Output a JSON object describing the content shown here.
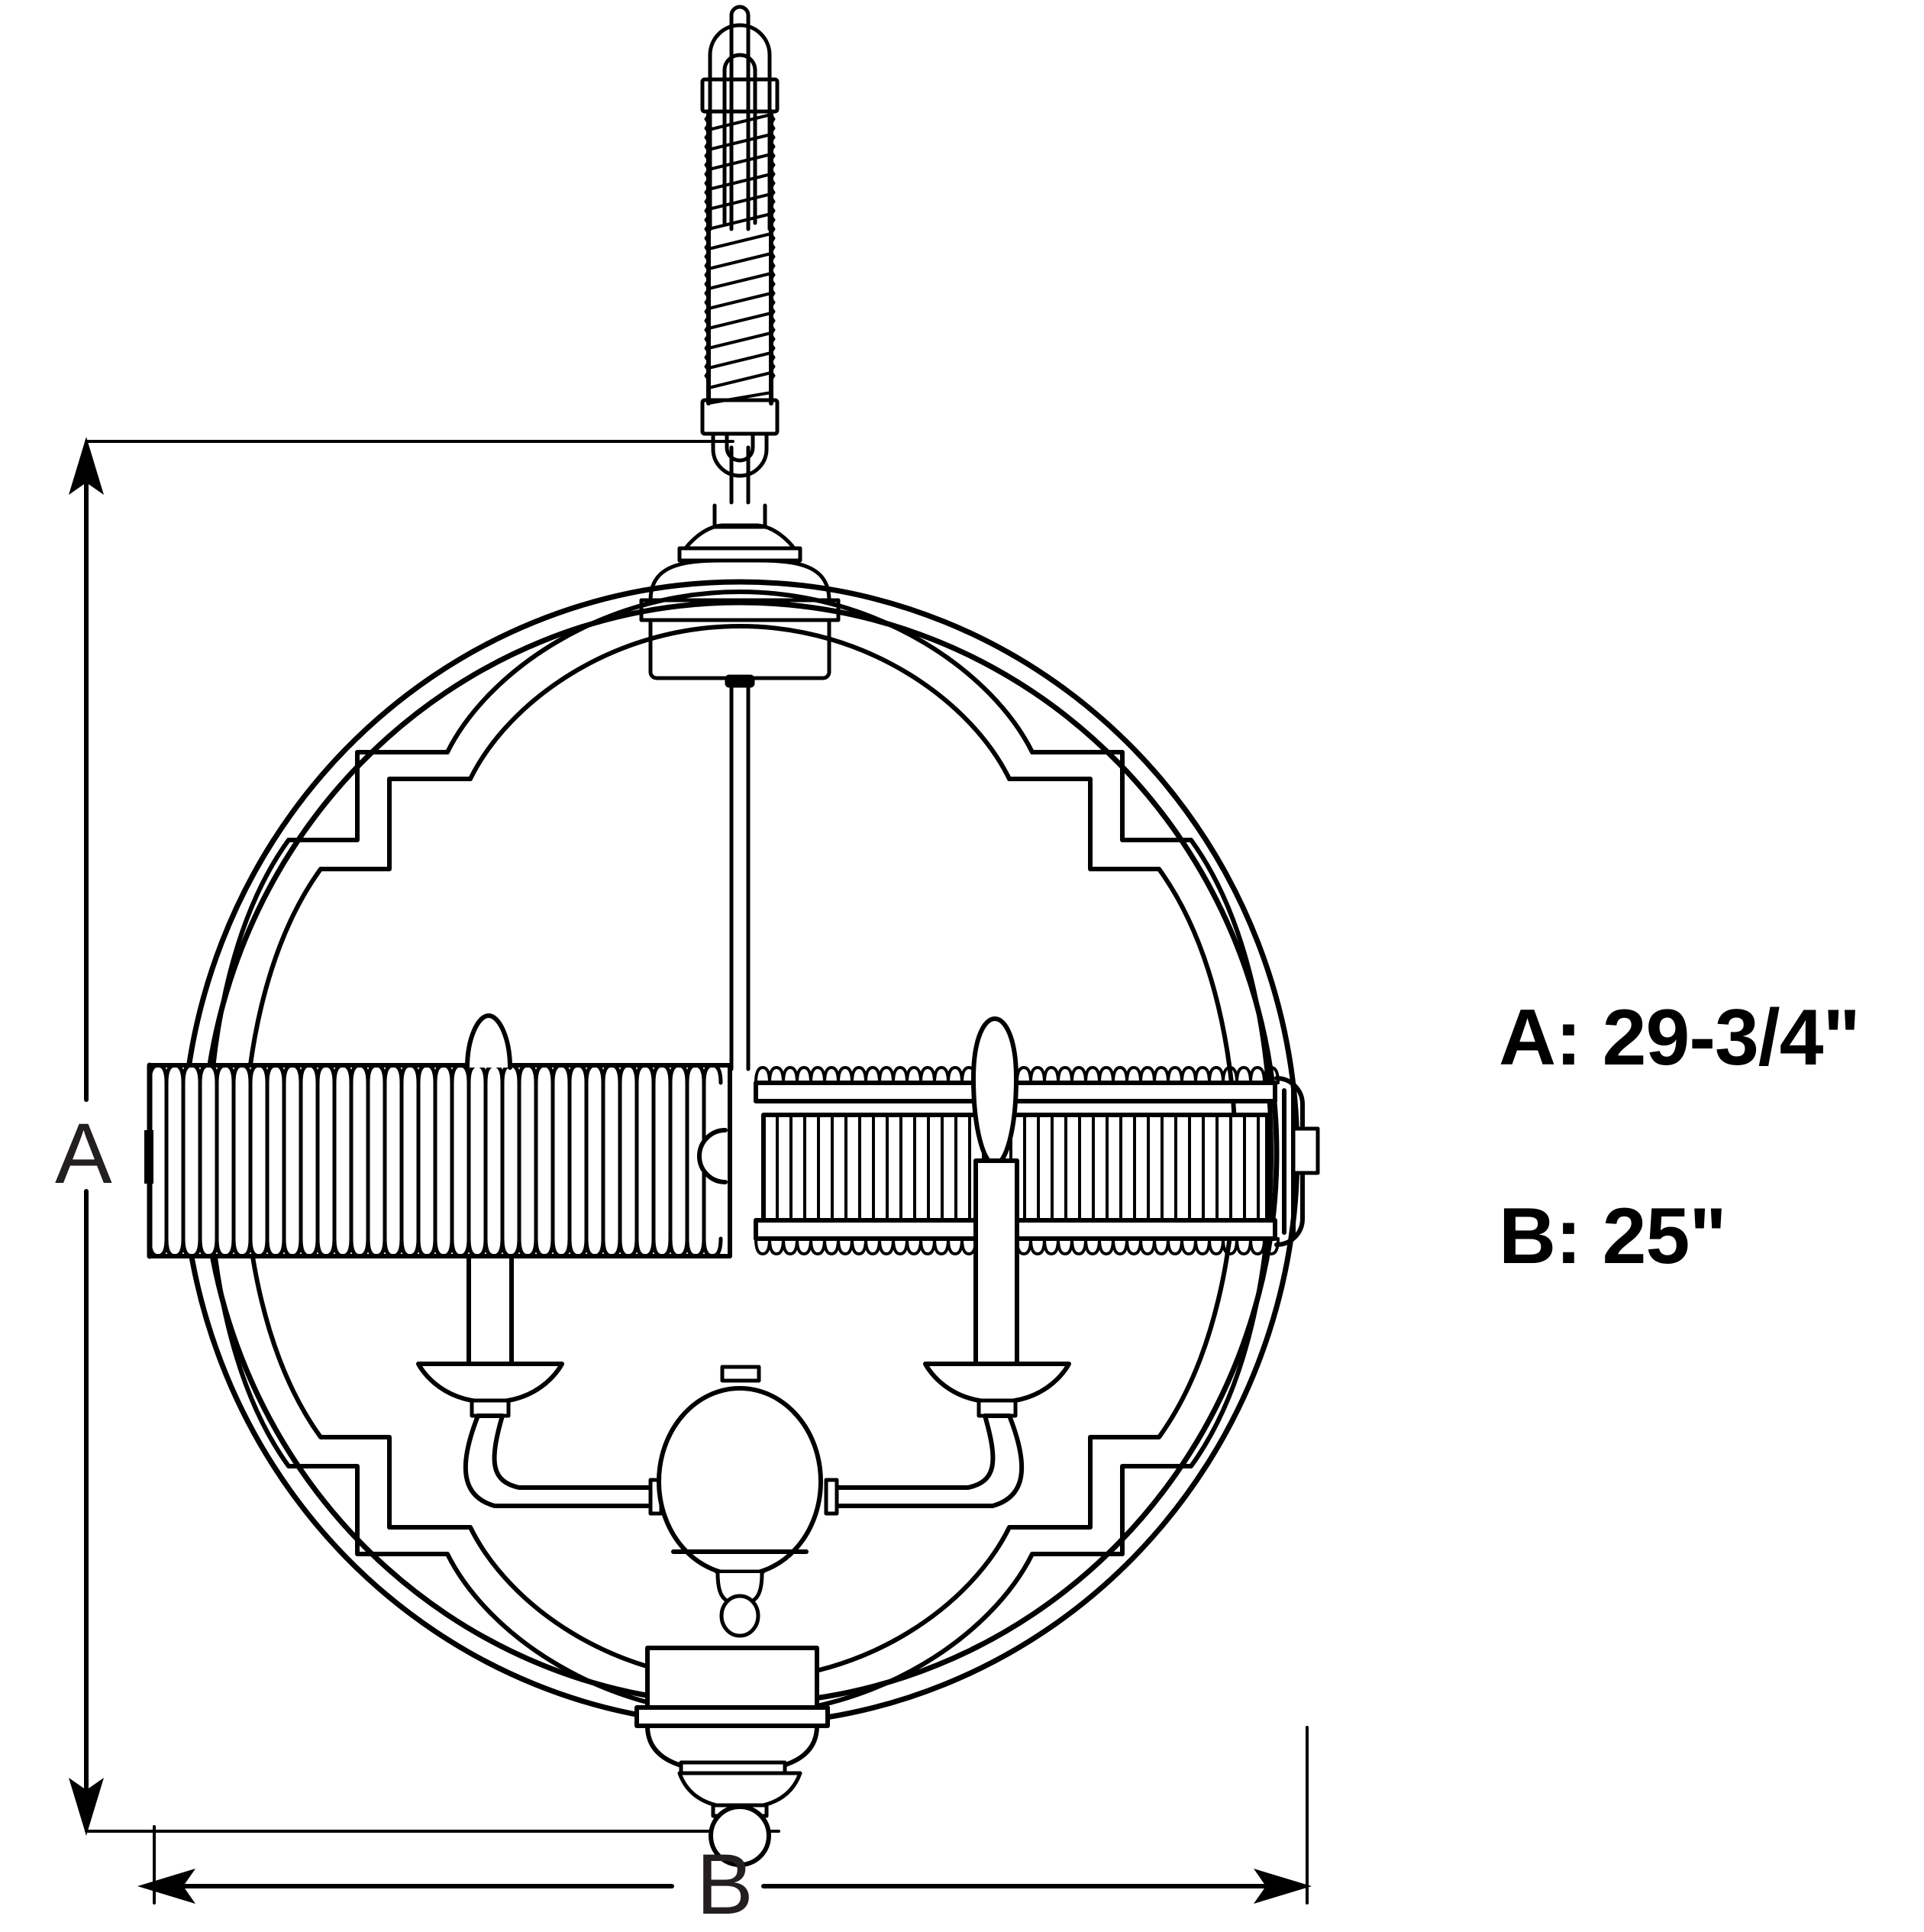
{
  "drawing": {
    "title": "Quatrefoil Pendant Chandelier Dimensional Line Drawing",
    "stroke_color": "#000000",
    "background_color": "#ffffff",
    "text_color": "#231f20"
  },
  "dimensions": {
    "height": {
      "letter": "A",
      "label": "A: 29-3/4\"",
      "value": "29-3/4\"",
      "axis": "vertical"
    },
    "width": {
      "letter": "B",
      "label": "B: 25\"",
      "value": "25\"",
      "axis": "horizontal"
    }
  },
  "fixture": {
    "parts": [
      "top-loop-hook",
      "upper-ferrule",
      "twisted-rope-cord",
      "lower-ferrule",
      "lower-loop",
      "downrod",
      "canopy-dome",
      "canopy-collar",
      "canopy-body",
      "center-stem",
      "quatrefoil-frame",
      "outer-ring",
      "fluted-glass-band",
      "glass-retaining-clip",
      "center-hub-knob",
      "candle-sleeve-left",
      "candle-sleeve-right",
      "flame-bulb-left",
      "flame-bulb-right",
      "bobeche-left",
      "bobeche-right",
      "curved-arm-left",
      "curved-arm-right",
      "center-body-oval",
      "bottom-fitter-box",
      "bottom-fitter-collar",
      "bottom-dome",
      "bottom-finial-ball"
    ]
  }
}
